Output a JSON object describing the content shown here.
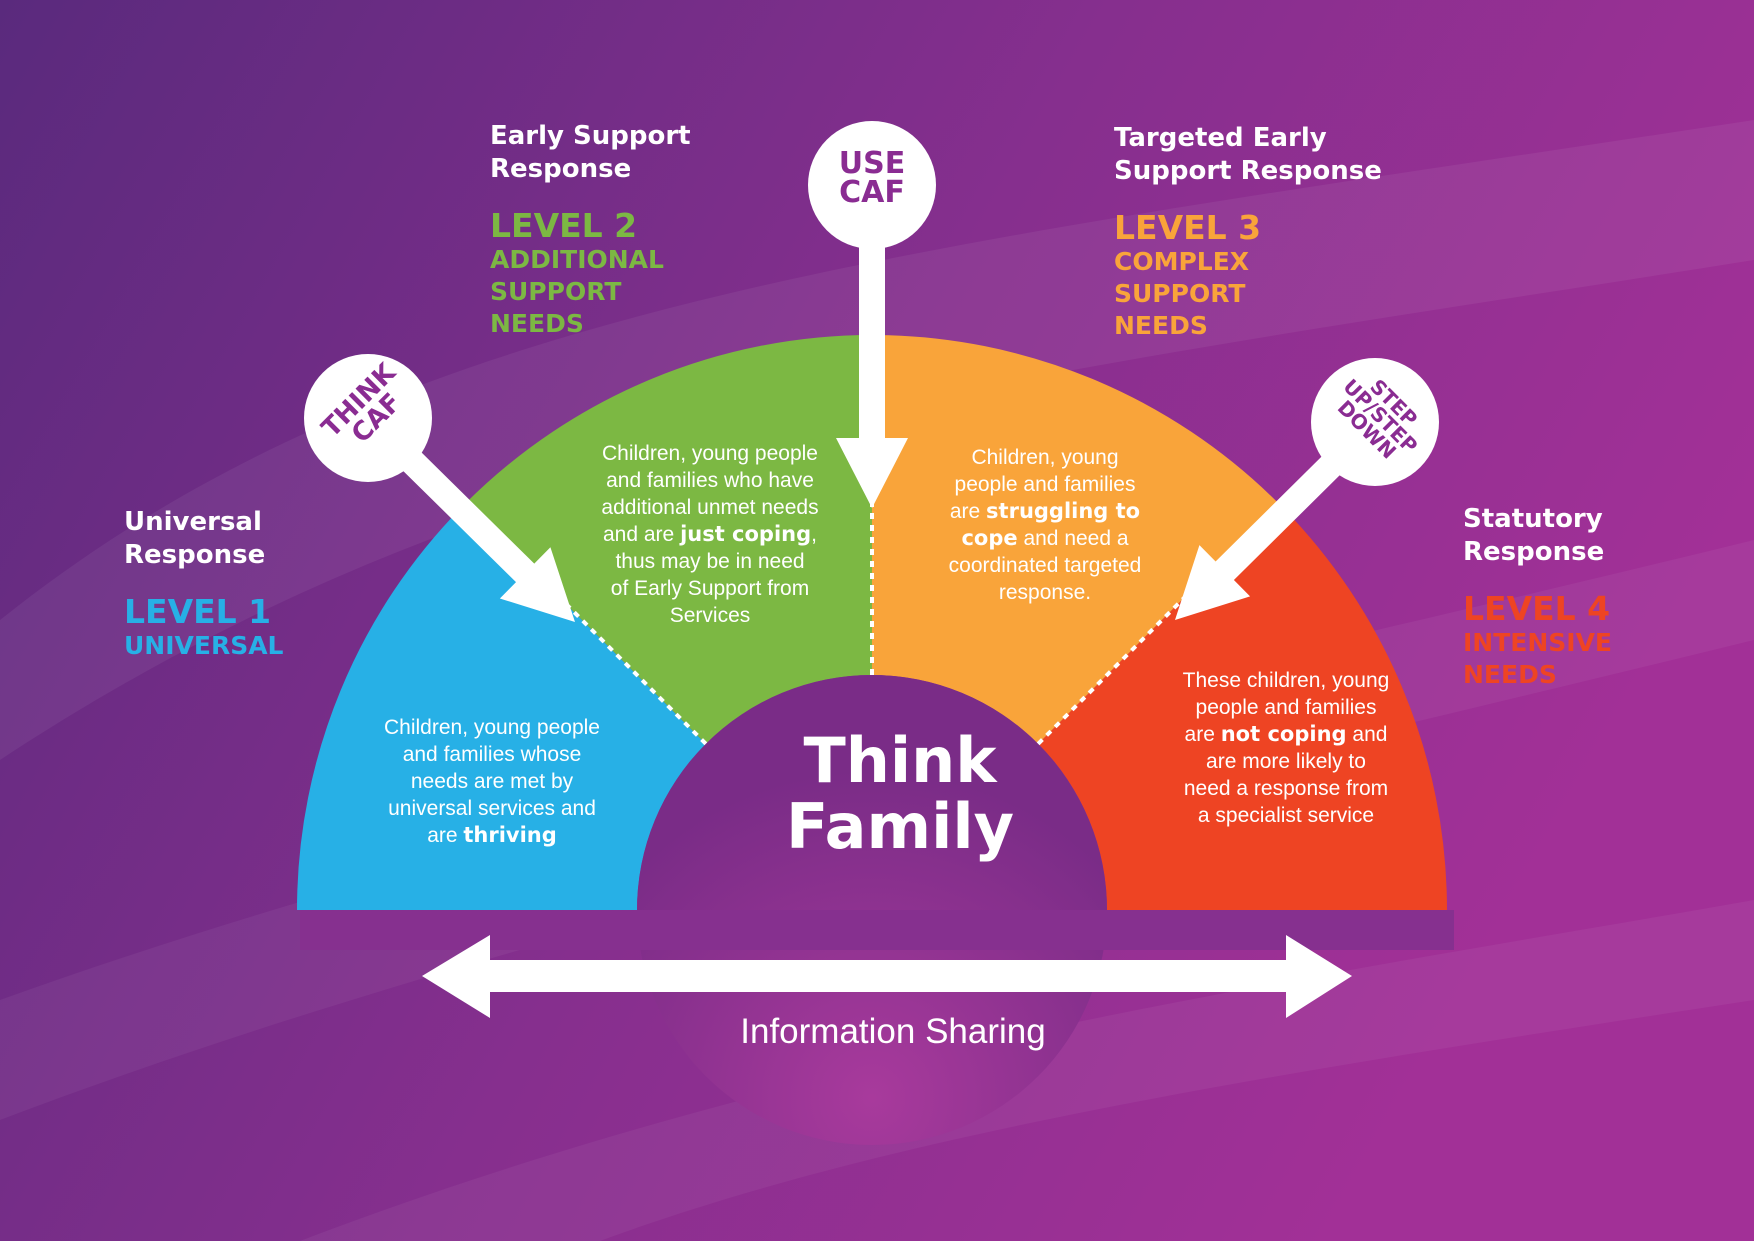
{
  "center": {
    "line1": "Think",
    "line2": "Family"
  },
  "info_sharing": "Information Sharing",
  "callouts": {
    "think_caf": "THINK CAF",
    "use_caf": "USE CAF",
    "step": "STEP UP/STEP DOWN"
  },
  "levels": [
    {
      "response": [
        "Universal",
        "Response"
      ],
      "level": "LEVEL 1",
      "name": [
        "UNIVERSAL"
      ],
      "color": "#27b0e6",
      "desc": [
        [
          "Children, young people"
        ],
        [
          "and families whose"
        ],
        [
          "needs are met by"
        ],
        [
          "universal services and"
        ],
        [
          "are ",
          {
            "b": "thriving"
          }
        ]
      ]
    },
    {
      "response": [
        "Early Support",
        "Response"
      ],
      "level": "LEVEL 2",
      "name": [
        "ADDITIONAL",
        "SUPPORT",
        "NEEDS"
      ],
      "color": "#7cb843",
      "desc": [
        [
          "Children, young people"
        ],
        [
          "and families who have"
        ],
        [
          "additional unmet needs"
        ],
        [
          "and are ",
          {
            "b": "just coping"
          },
          ","
        ],
        [
          "thus may be in need"
        ],
        [
          "of Early Support from"
        ],
        [
          "Services"
        ]
      ]
    },
    {
      "response": [
        "Targeted Early",
        "Support Response"
      ],
      "level": "LEVEL 3",
      "name": [
        "COMPLEX",
        "SUPPORT",
        "NEEDS"
      ],
      "color": "#f9a43a",
      "desc": [
        [
          "Children, young"
        ],
        [
          "people and families"
        ],
        [
          "are ",
          {
            "b": "struggling to"
          }
        ],
        [
          {
            "b": "cope"
          },
          " and need a"
        ],
        [
          "coordinated targeted"
        ],
        [
          "response."
        ]
      ]
    },
    {
      "response": [
        "Statutory",
        "Response"
      ],
      "level": "LEVEL 4",
      "name": [
        "INTENSIVE",
        "NEEDS"
      ],
      "color": "#ee4423",
      "desc": [
        [
          "These children, young"
        ],
        [
          "people and families"
        ],
        [
          "are ",
          {
            "b": "not coping"
          },
          " and"
        ],
        [
          "are more likely to"
        ],
        [
          "need a response from"
        ],
        [
          "a specialist service"
        ]
      ]
    }
  ]
}
